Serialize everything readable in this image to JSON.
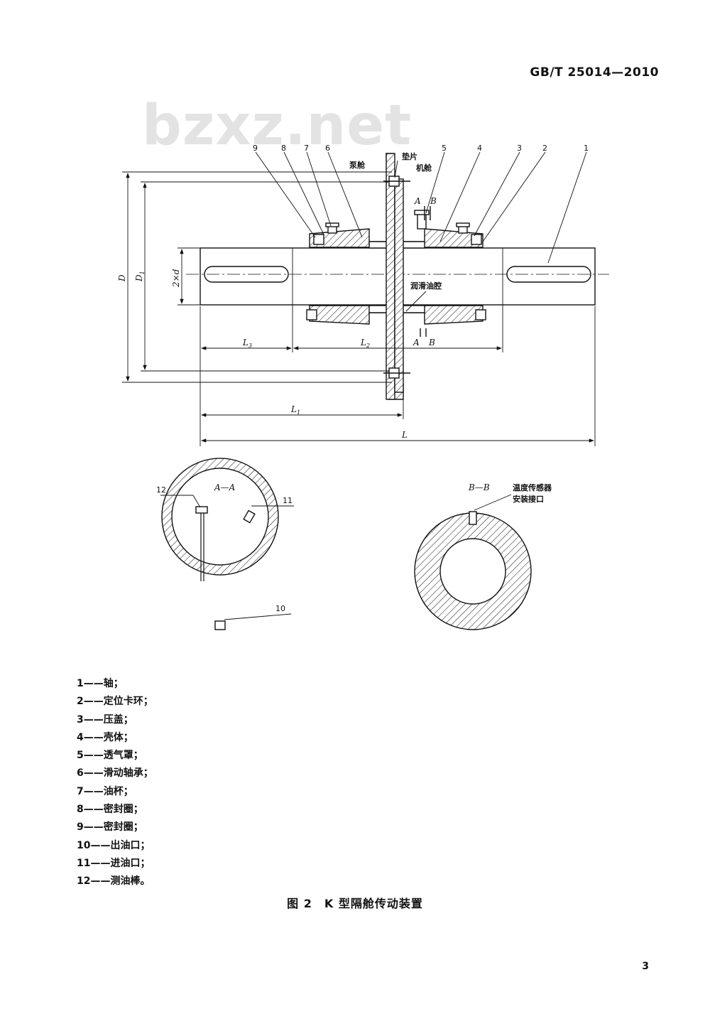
{
  "header": {
    "standard_number": "GB/T 25014—2010"
  },
  "watermark": "bzxz.net",
  "figure": {
    "callouts": [
      "9",
      "8",
      "7",
      "6",
      "5",
      "4",
      "3",
      "2",
      "1"
    ],
    "labels": {
      "pump_room": "泵舱",
      "gasket": "垫片",
      "engine_room": "机舱",
      "oil_chamber": "润滑油腔",
      "section_a": "A",
      "section_b": "B",
      "dim_D": "D",
      "dim_D1": "D",
      "dim_D1_sub": "1",
      "dim_2d": "2×d",
      "dim_L3": "L",
      "dim_L3_sub": "3",
      "dim_L2": "L",
      "dim_L2_sub": "2",
      "dim_L1": "L",
      "dim_L1_sub": "1",
      "dim_L": "L"
    },
    "section_aa": {
      "title": "A—A",
      "callout_12": "12",
      "callout_11": "11",
      "callout_10": "10"
    },
    "section_bb": {
      "title": "B—B",
      "sensor_line1": "温度传感器",
      "sensor_line2": "安装接口"
    }
  },
  "legend": [
    {
      "num": "1",
      "name": "轴；"
    },
    {
      "num": "2",
      "name": "定位卡环；"
    },
    {
      "num": "3",
      "name": "压盖；"
    },
    {
      "num": "4",
      "name": "壳体；"
    },
    {
      "num": "5",
      "name": "透气罩；"
    },
    {
      "num": "6",
      "name": "滑动轴承；"
    },
    {
      "num": "7",
      "name": "油杯；"
    },
    {
      "num": "8",
      "name": "密封圈；"
    },
    {
      "num": "9",
      "name": "密封圈；"
    },
    {
      "num": "10",
      "name": "出油口；"
    },
    {
      "num": "11",
      "name": "进油口；"
    },
    {
      "num": "12",
      "name": "测油棒。"
    }
  ],
  "caption": "图 2　K 型隔舱传动装置",
  "page_number": "3"
}
